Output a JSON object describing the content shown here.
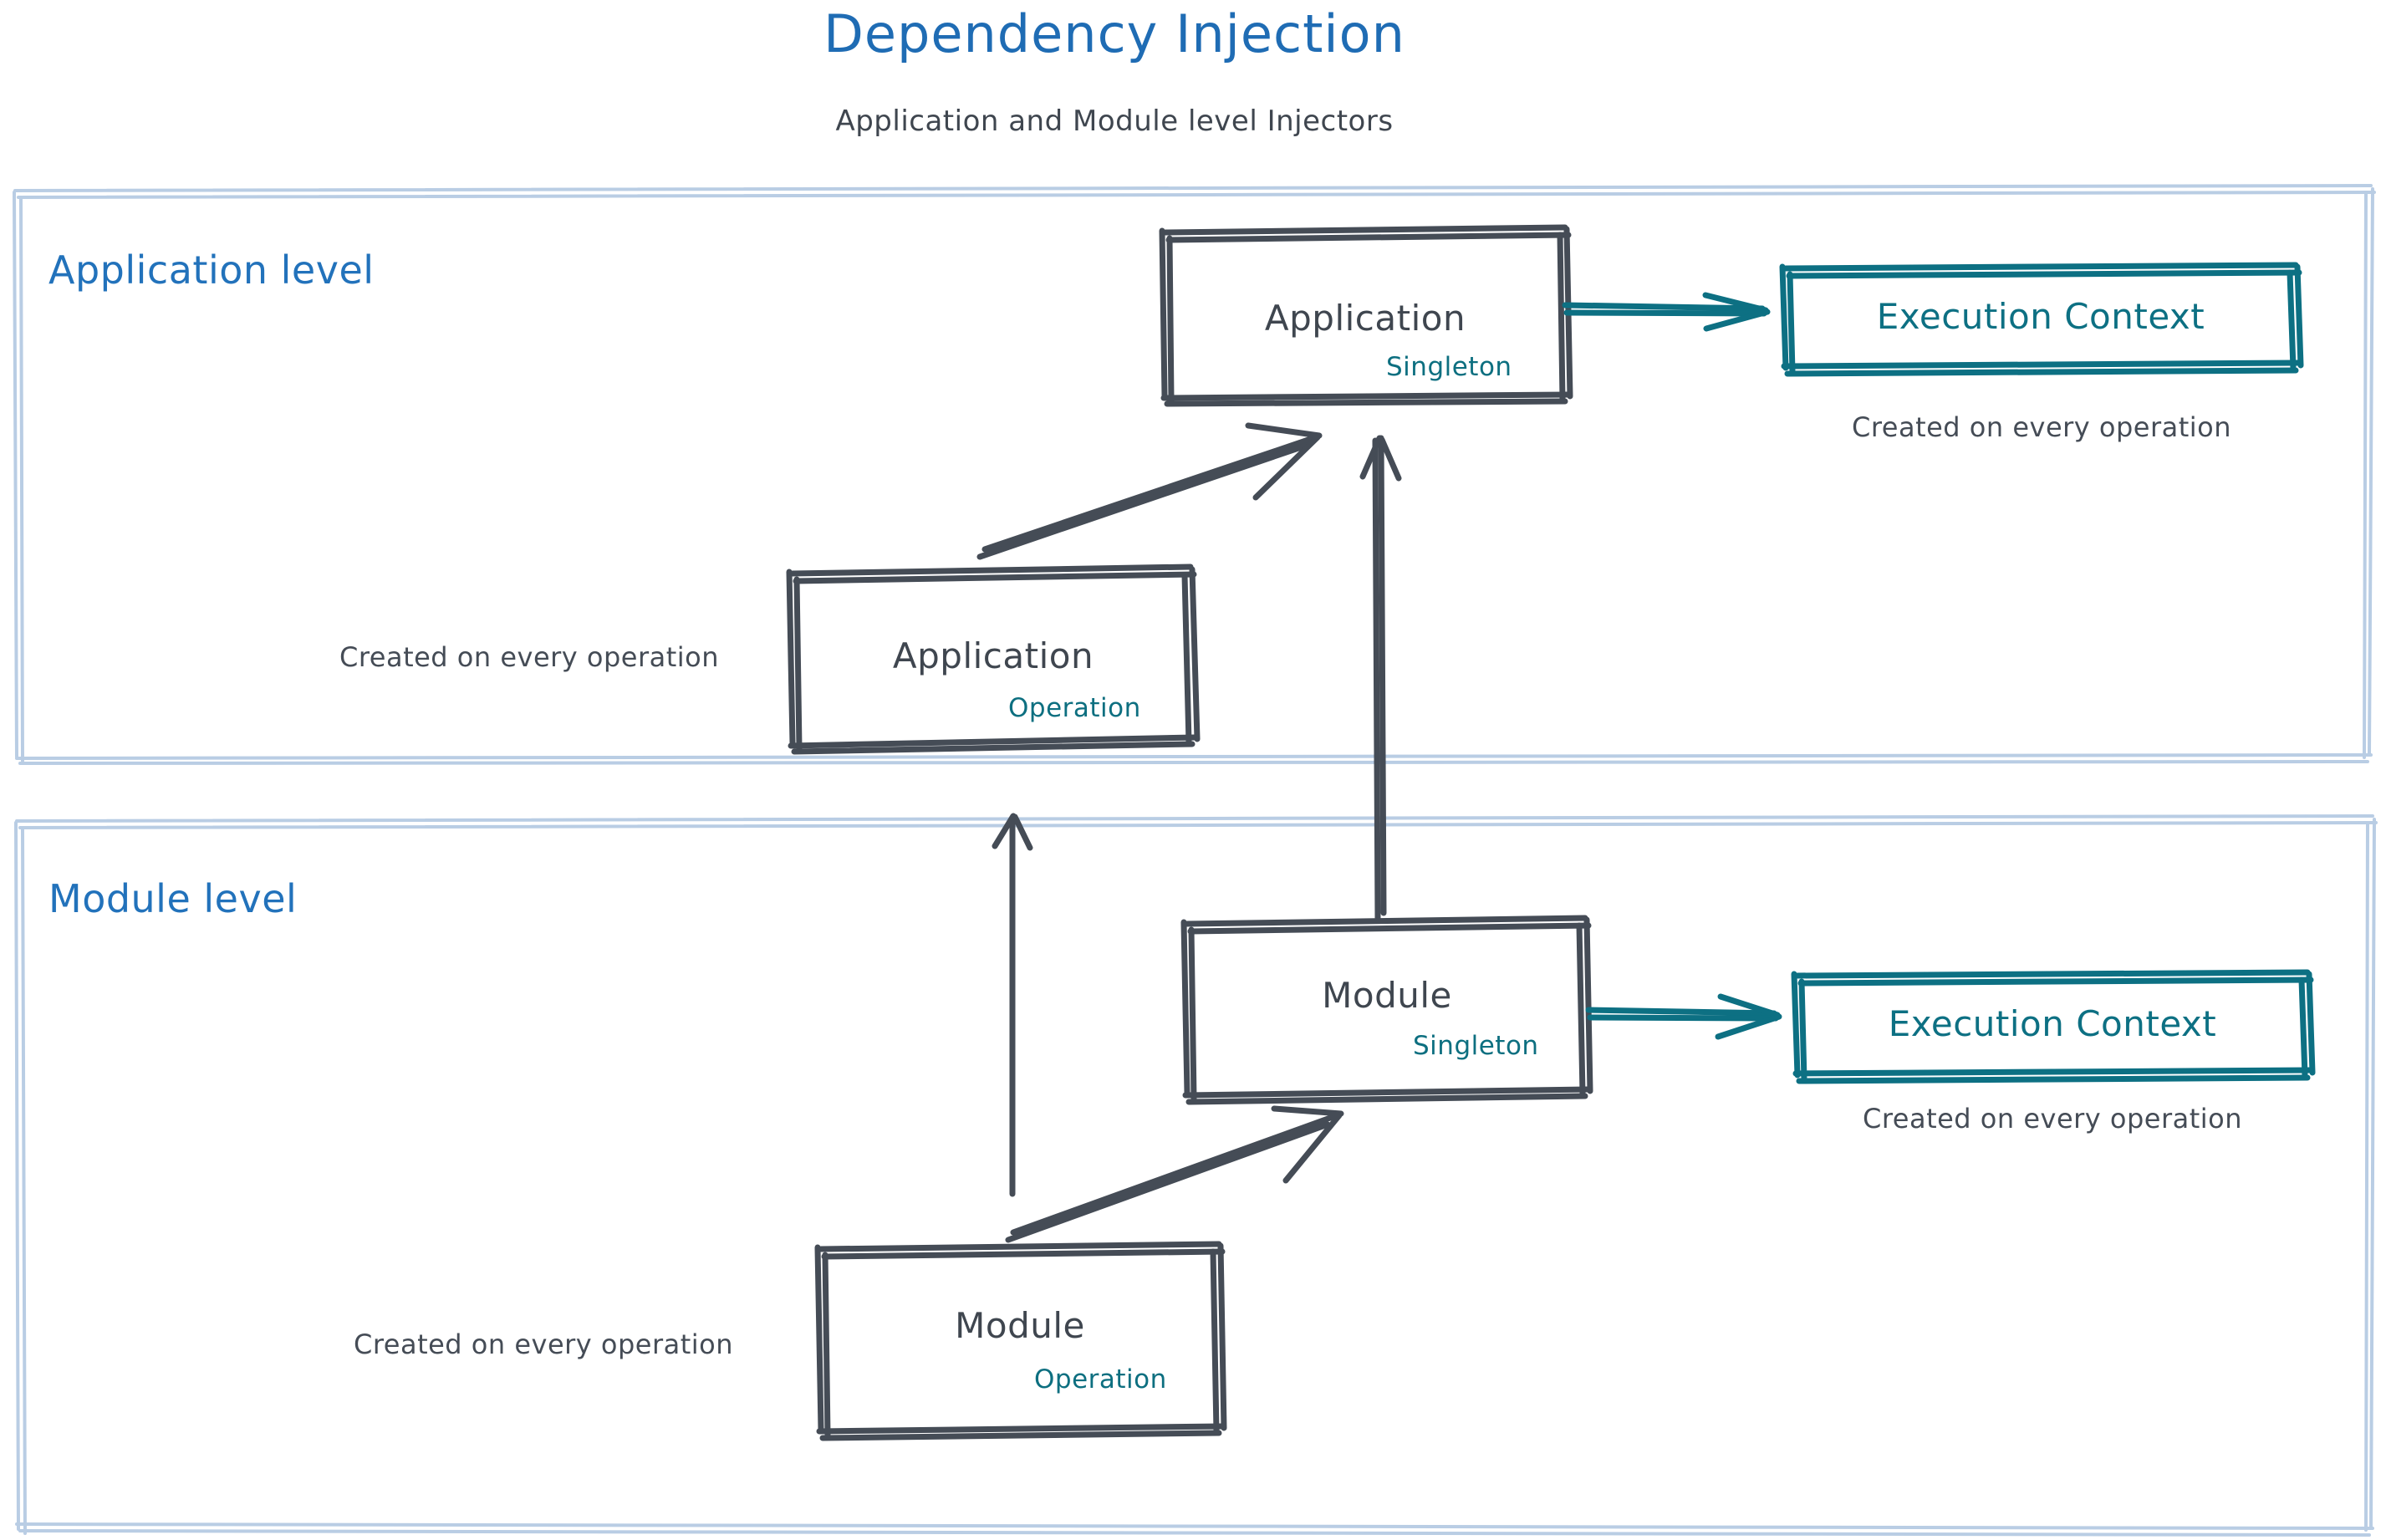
{
  "header": {
    "title": "Dependency Injection",
    "subtitle": "Application and Module level Injectors",
    "title_color": "#1f6cb4",
    "subtitle_color": "#3f464f"
  },
  "colors": {
    "container_border": "#b9cde4",
    "node_stroke": "#454c56",
    "node_text": "#3f464f",
    "scope_text": "#0d6f80",
    "accent_teal": "#0d7083",
    "level_label": "#2272bb",
    "background": "#ffffff"
  },
  "containers": [
    {
      "id": "application-level",
      "label": "Application level",
      "nodes": [
        {
          "id": "application-singleton",
          "title": "Application",
          "scope": "Singleton"
        },
        {
          "id": "application-operation",
          "title": "Application",
          "scope": "Operation"
        },
        {
          "id": "execution-context-application",
          "title": "Execution Context",
          "style": "teal"
        }
      ],
      "notes": [
        {
          "id": "note-execution-context-application",
          "text": "Created on every operation"
        },
        {
          "id": "note-application-operation",
          "text": "Created on every operation"
        }
      ]
    },
    {
      "id": "module-level",
      "label": "Module level",
      "nodes": [
        {
          "id": "module-singleton",
          "title": "Module",
          "scope": "Singleton"
        },
        {
          "id": "module-operation",
          "title": "Module",
          "scope": "Operation"
        },
        {
          "id": "execution-context-module",
          "title": "Execution Context",
          "style": "teal"
        }
      ],
      "notes": [
        {
          "id": "note-execution-context-module",
          "text": "Created on every operation"
        },
        {
          "id": "note-module-operation",
          "text": "Created on every operation"
        }
      ]
    }
  ],
  "edges": [
    {
      "id": "edge-app-operation-to-app-singleton",
      "from": "application-operation",
      "to": "application-singleton",
      "style": "double-line",
      "color": "#454c56"
    },
    {
      "id": "edge-app-singleton-to-execution-context",
      "from": "application-singleton",
      "to": "execution-context-application",
      "style": "double-line",
      "color": "#0d7083"
    },
    {
      "id": "edge-module-singleton-to-app-singleton",
      "from": "module-singleton",
      "to": "application-singleton",
      "style": "double-line",
      "color": "#454c56"
    },
    {
      "id": "edge-module-operation-to-app-operation",
      "from": "module-operation",
      "to": "application-operation",
      "style": "single-line",
      "color": "#454c56"
    },
    {
      "id": "edge-module-operation-to-module-singleton",
      "from": "module-operation",
      "to": "module-singleton",
      "style": "double-line",
      "color": "#454c56"
    },
    {
      "id": "edge-module-singleton-to-execution-context",
      "from": "module-singleton",
      "to": "execution-context-module",
      "style": "double-line",
      "color": "#0d7083"
    }
  ]
}
